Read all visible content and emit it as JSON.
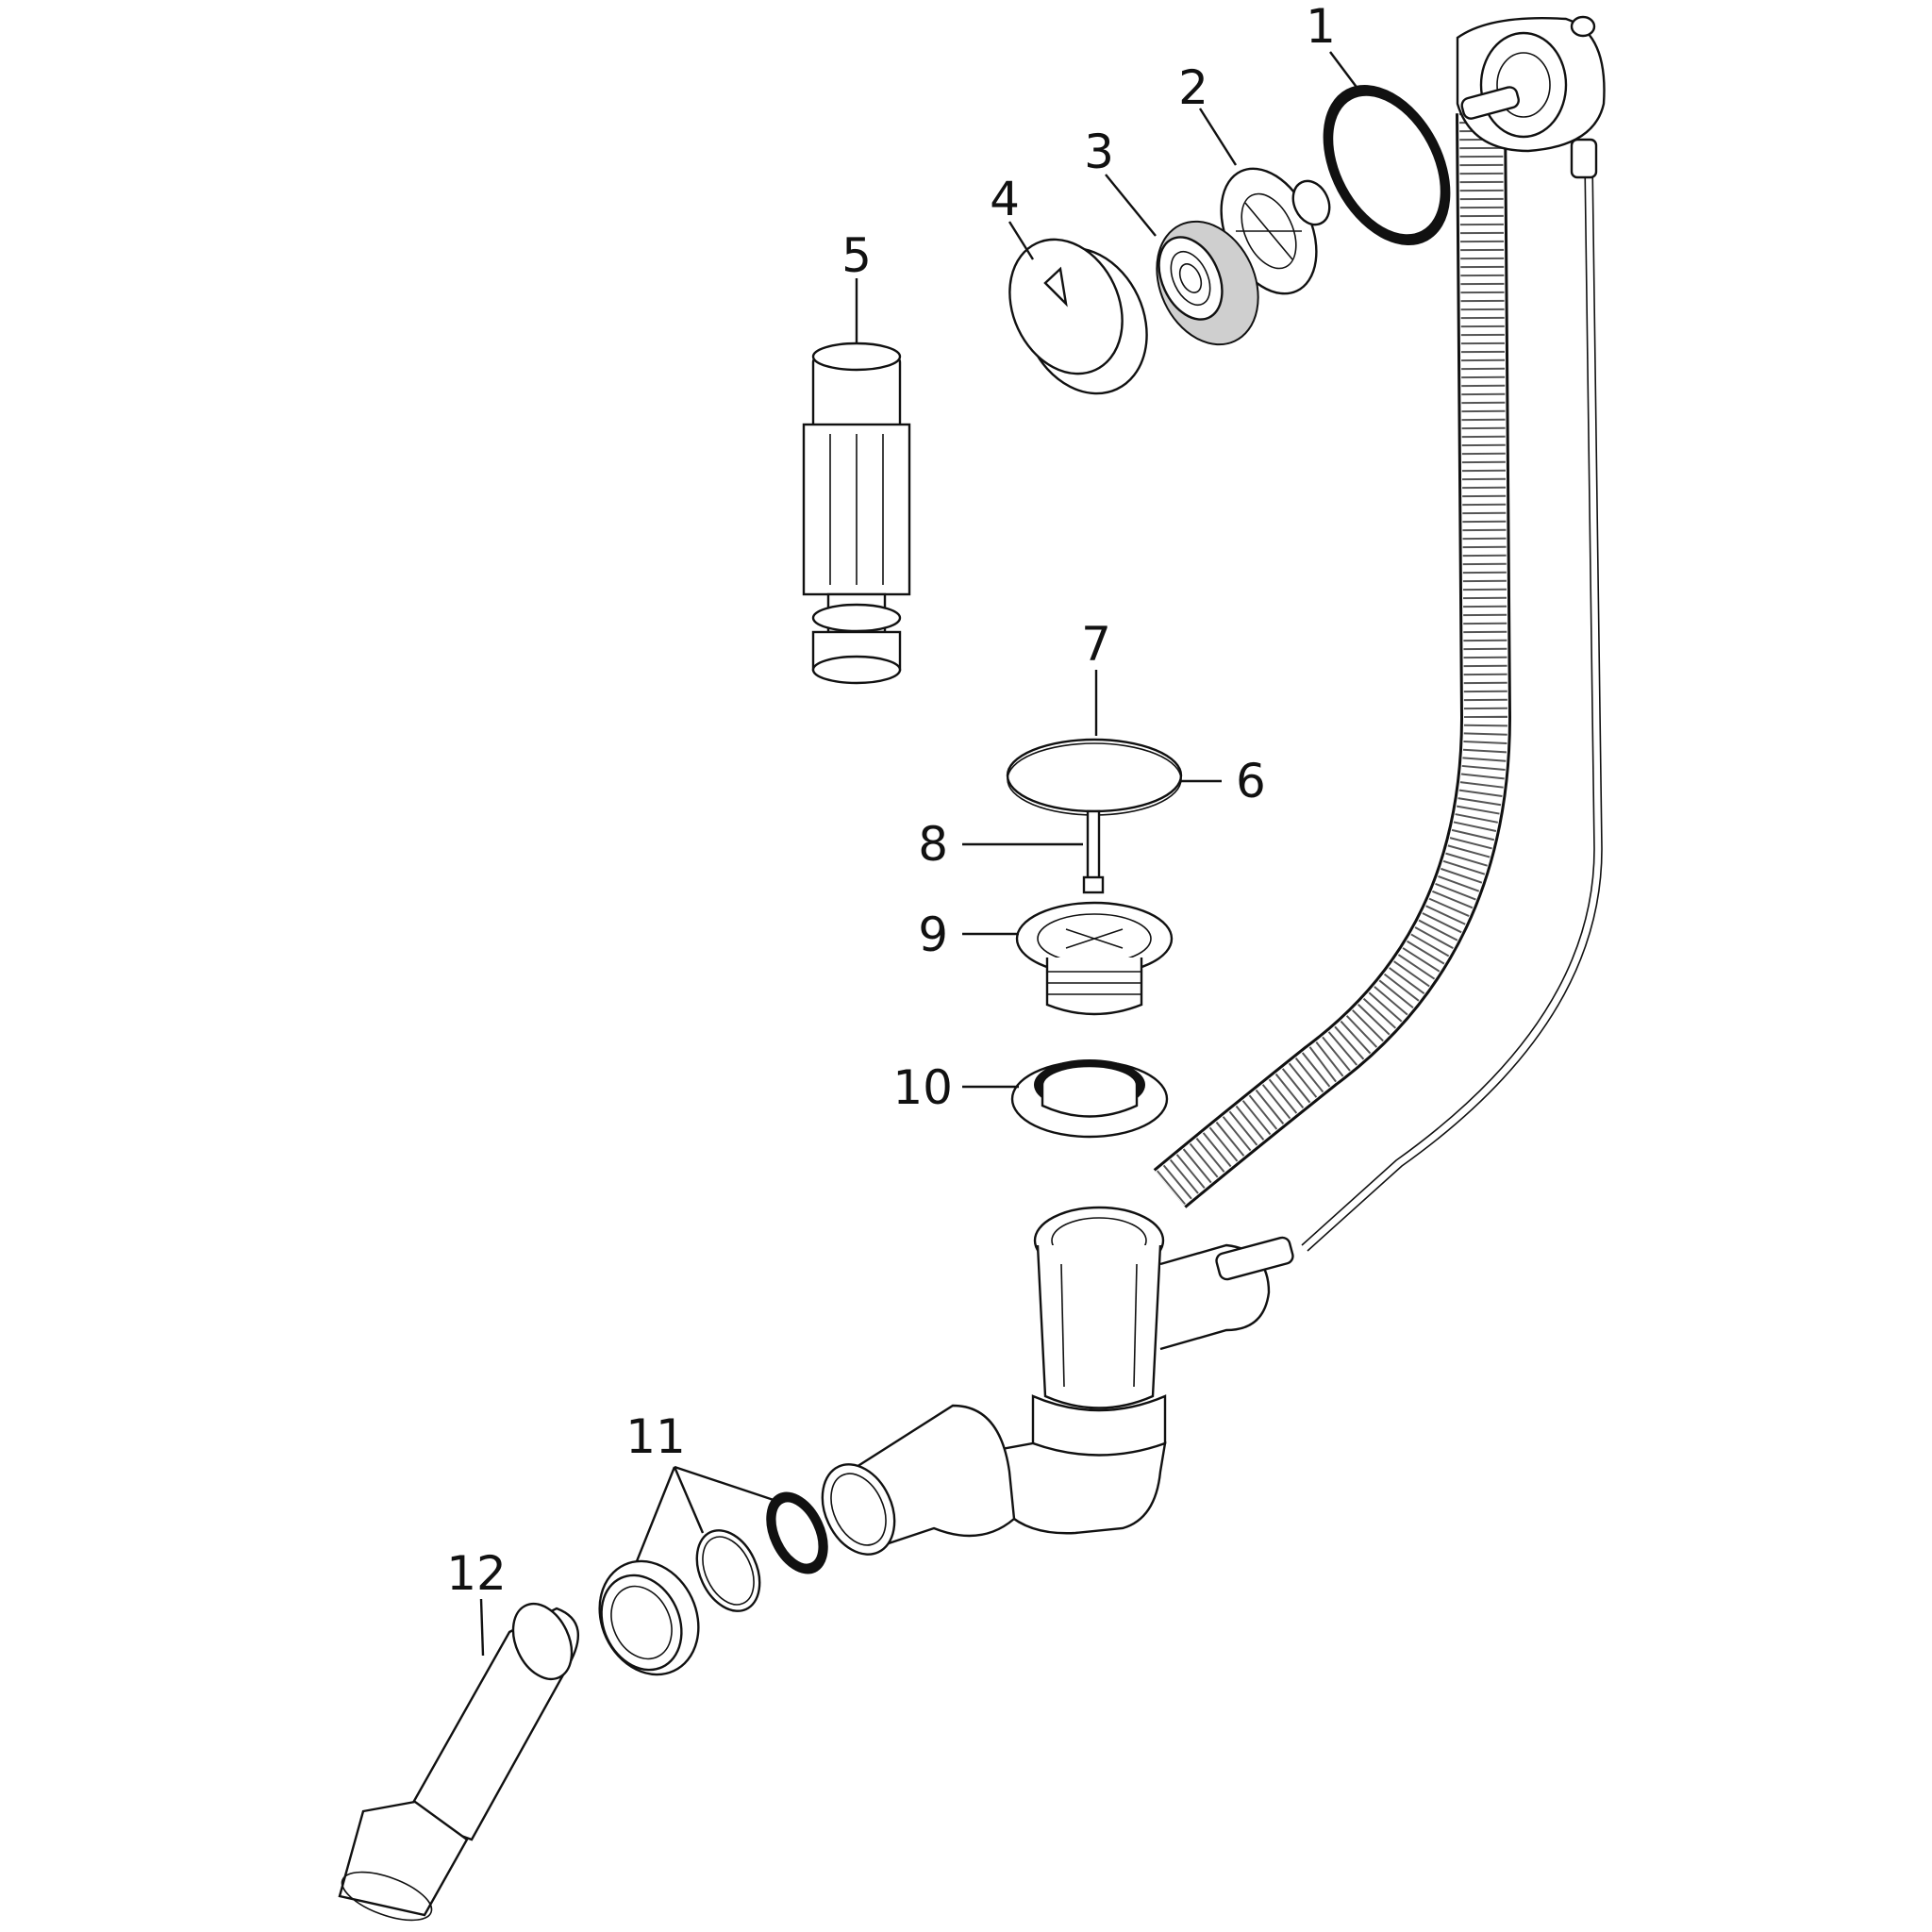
{
  "diagram": {
    "callouts": [
      {
        "id": "1",
        "label": "1"
      },
      {
        "id": "2",
        "label": "2"
      },
      {
        "id": "3",
        "label": "3"
      },
      {
        "id": "4",
        "label": "4"
      },
      {
        "id": "5",
        "label": "5"
      },
      {
        "id": "6",
        "label": "6"
      },
      {
        "id": "7",
        "label": "7"
      },
      {
        "id": "8",
        "label": "8"
      },
      {
        "id": "9",
        "label": "9"
      },
      {
        "id": "10",
        "label": "10"
      },
      {
        "id": "11",
        "label": "11"
      },
      {
        "id": "12",
        "label": "12"
      }
    ],
    "colors": {
      "ink": "#111111",
      "fill": "#ffffff",
      "shade": "#cfcfcf"
    }
  }
}
